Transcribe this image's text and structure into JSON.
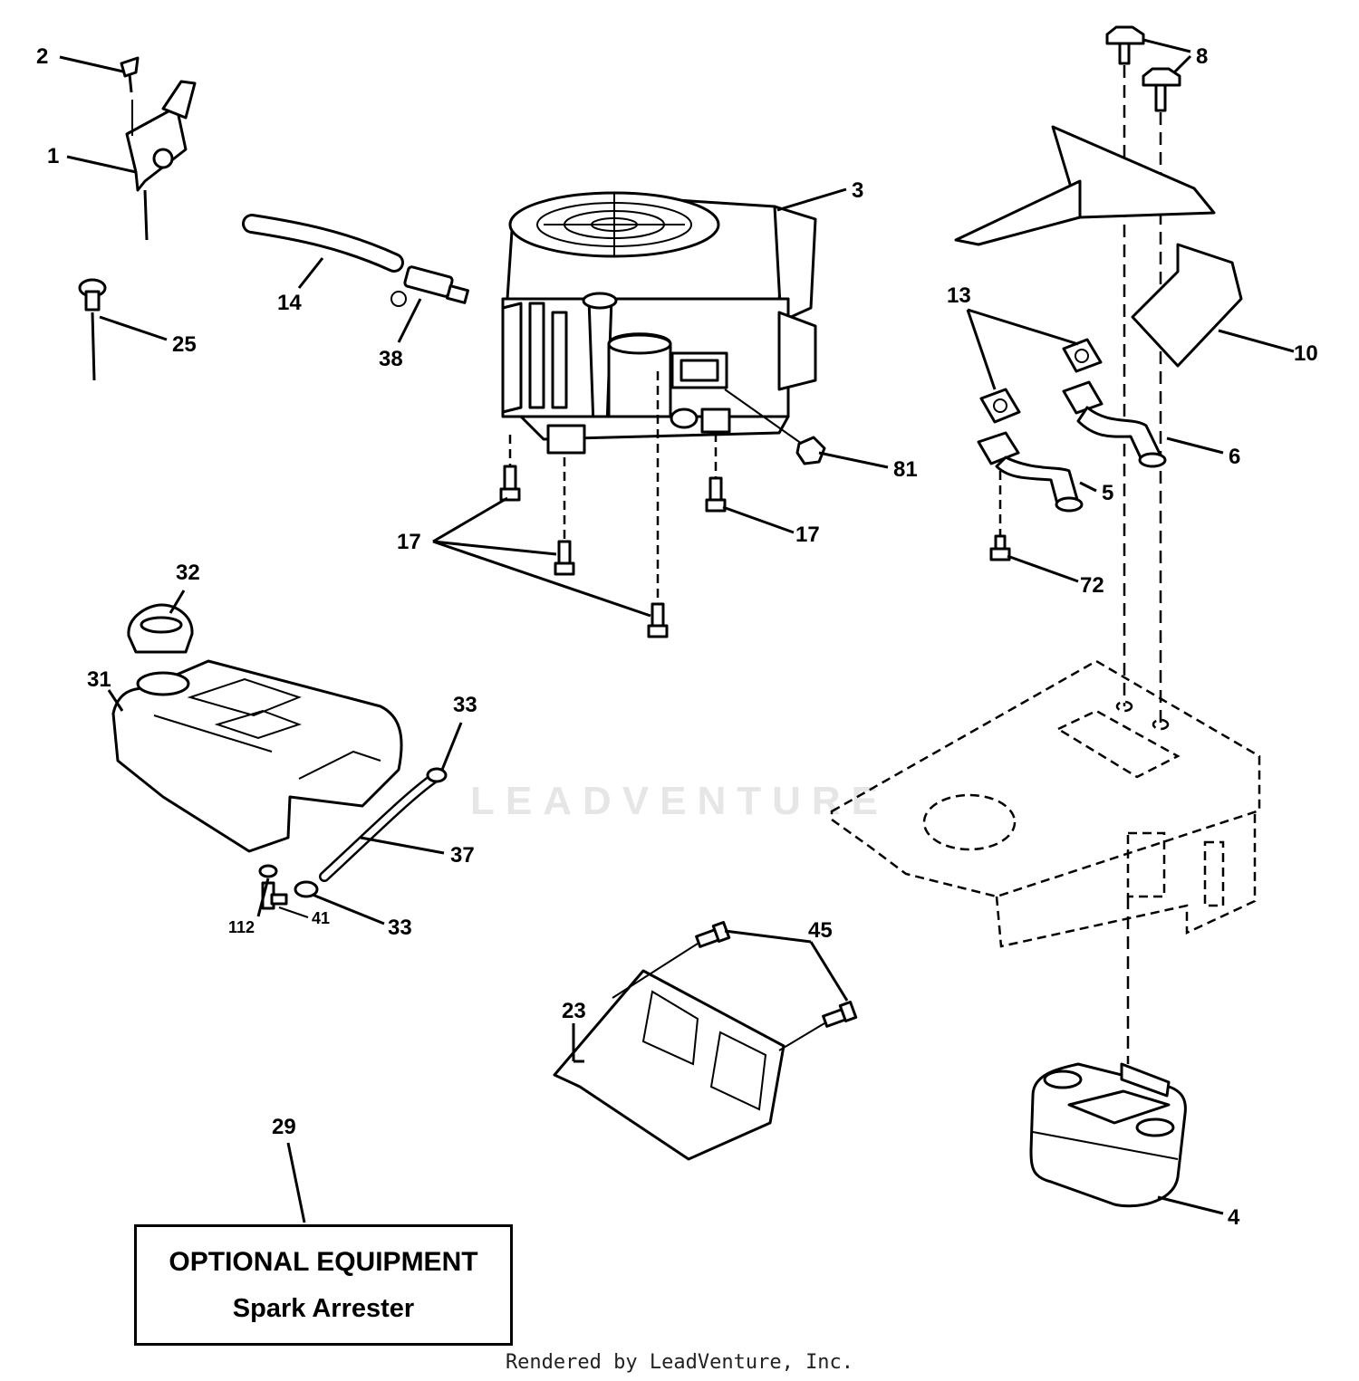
{
  "diagram": {
    "callouts": [
      {
        "id": "c1",
        "label": "1"
      },
      {
        "id": "c2",
        "label": "2"
      },
      {
        "id": "c3",
        "label": "3"
      },
      {
        "id": "c4",
        "label": "4"
      },
      {
        "id": "c5",
        "label": "5"
      },
      {
        "id": "c6",
        "label": "6"
      },
      {
        "id": "c8",
        "label": "8"
      },
      {
        "id": "c10",
        "label": "10"
      },
      {
        "id": "c13",
        "label": "13"
      },
      {
        "id": "c14",
        "label": "14"
      },
      {
        "id": "c17a",
        "label": "17"
      },
      {
        "id": "c17b",
        "label": "17"
      },
      {
        "id": "c23",
        "label": "23"
      },
      {
        "id": "c25",
        "label": "25"
      },
      {
        "id": "c29",
        "label": "29"
      },
      {
        "id": "c31",
        "label": "31"
      },
      {
        "id": "c32",
        "label": "32"
      },
      {
        "id": "c33a",
        "label": "33"
      },
      {
        "id": "c33b",
        "label": "33"
      },
      {
        "id": "c37",
        "label": "37"
      },
      {
        "id": "c38",
        "label": "38"
      },
      {
        "id": "c41",
        "label": "41"
      },
      {
        "id": "c45",
        "label": "45"
      },
      {
        "id": "c72",
        "label": "72"
      },
      {
        "id": "c81",
        "label": "81"
      },
      {
        "id": "c112",
        "label": "112"
      }
    ],
    "watermark": "LEADVENTURE"
  },
  "optional_box": {
    "title": "OPTIONAL EQUIPMENT",
    "subtitle": "Spark Arrester"
  },
  "footer": "Rendered by LeadVenture, Inc."
}
